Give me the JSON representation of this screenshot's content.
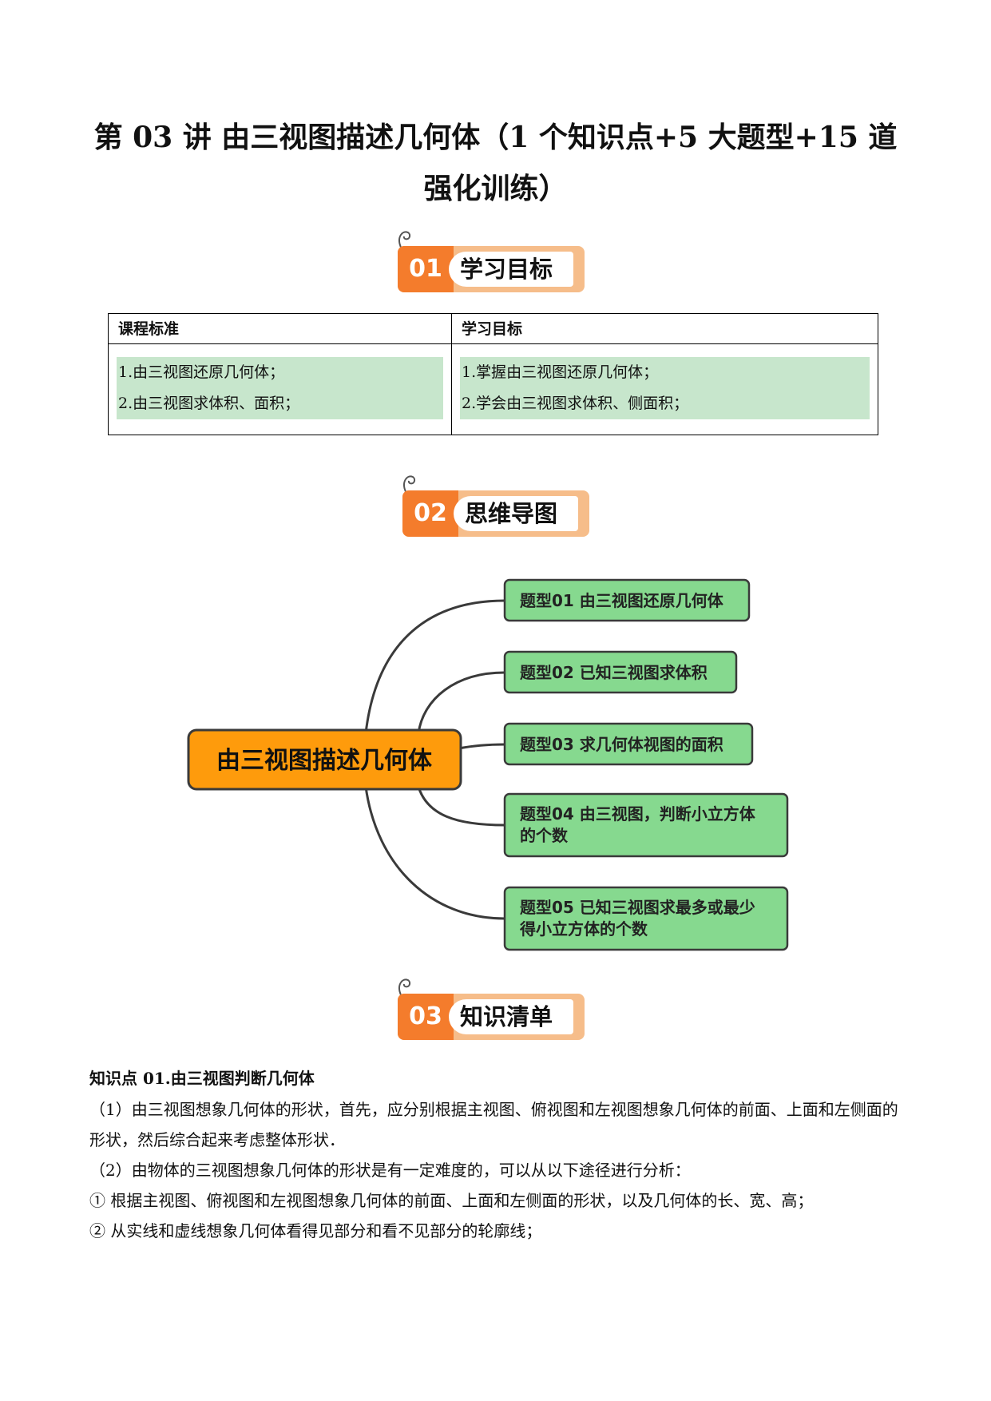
{
  "title": "第 03 讲  由三视图描述几何体（1 个知识点+5 大题型+15 道强化训练）",
  "sections": [
    {
      "num": "01",
      "label": "学习目标"
    },
    {
      "num": "02",
      "label": "思维导图"
    },
    {
      "num": "03",
      "label": "知识清单"
    }
  ],
  "goals_table": {
    "headers": [
      "课程标准",
      "学习目标"
    ],
    "standards": [
      "1.由三视图还原几何体；",
      "2.由三视图求体积、面积；"
    ],
    "objectives": [
      "1.掌握由三视图还原几何体；",
      "2.学会由三视图求体积、侧面积；"
    ]
  },
  "mindmap": {
    "root": "由三视图描述几何体",
    "branches": [
      {
        "line1": "题型01  由三视图还原几何体",
        "line2": ""
      },
      {
        "line1": "题型02  已知三视图求体积",
        "line2": ""
      },
      {
        "line1": "题型03  求几何体视图的面积",
        "line2": ""
      },
      {
        "line1": "题型04  由三视图，判断小立方体",
        "line2": "的个数"
      },
      {
        "line1": "题型05  已知三视图求最多或最少",
        "line2": "得小立方体的个数"
      }
    ],
    "colors": {
      "root_fill": "#fe9b0c",
      "branch_fill": "#86d98f",
      "line": "#3a3a3a"
    }
  },
  "knowledge": {
    "point_title": "知识点 01.由三视图判断几何体",
    "paragraphs": [
      "（1）由三视图想象几何体的形状，首先，应分别根据主视图、俯视图和左视图想象几何体的前面、上面和左侧面的形状，然后综合起来考虑整体形状．",
      "（2）由物体的三视图想象几何体的形状是有一定难度的，可以从以下途径进行分析：",
      "① 根据主视图、俯视图和左视图想象几何体的前面、上面和左侧面的形状，以及几何体的长、宽、高；",
      "② 从实线和虚线想象几何体看得见部分和看不见部分的轮廓线；"
    ]
  }
}
